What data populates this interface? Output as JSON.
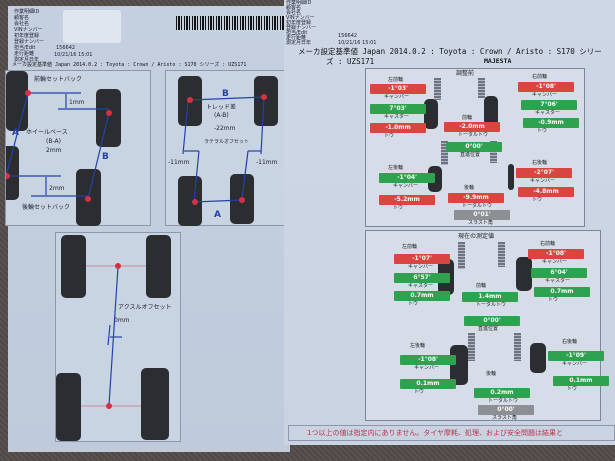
{
  "header_labels": [
    "作業明細ID",
    "顧客名",
    "会社名",
    "VINナンバー",
    "初年度登録",
    "登録ナンバー",
    "担当/Edit",
    "走行距離",
    "測定月日年"
  ],
  "work_id": "156642",
  "datetime": "10/21/16 15:01",
  "left_title": "メーカ設定基準値 Japan 2014.0.2 : Toyota : Crown / Aristo : S170 シリーズ : UZS171",
  "right_title_line1": "メーカ設定基準値 Japan 2014.0.2 : Toyota : Crown / Aristo : S170 シリー",
  "right_title_line2": "ズ : UZS171",
  "right_title_model": "MAJESTA",
  "wheelbase": {
    "front_setback": "前輪セットバック",
    "front_value": "1mm",
    "a": "A",
    "b": "B",
    "label": "ホイールベース",
    "formula": "(B-A)",
    "value": "2mm",
    "rear_value": "2mm",
    "rear_setback": "後輪セットバック"
  },
  "tread": {
    "b": "B",
    "label": "トレッド差",
    "formula": "(A-B)",
    "value": "-22mm",
    "lateral": "ラテラルオフセット",
    "left_value": "-11mm",
    "right_value": "-11mm",
    "a": "A"
  },
  "axle": {
    "label": "アクスルオフセット",
    "value": "0mm"
  },
  "before": {
    "title": "調整前",
    "front_left": "左前輪",
    "front_right": "右前輪",
    "front": "前輪",
    "rear_left": "左後輪",
    "rear_right": "右後輪",
    "rear": "後輪",
    "gauges": [
      {
        "name": "fl-camber",
        "value": "-1°03'",
        "label": "キャンバー",
        "status": "red"
      },
      {
        "name": "fl-caster",
        "value": "7°03'",
        "label": "キャスター",
        "status": "green"
      },
      {
        "name": "fl-toe",
        "value": "-1.0mm",
        "label": "トウ",
        "status": "red"
      },
      {
        "name": "fr-camber",
        "value": "-1°08'",
        "label": "キャンバー",
        "status": "red"
      },
      {
        "name": "fr-caster",
        "value": "7°06'",
        "label": "キャスター",
        "status": "green"
      },
      {
        "name": "fr-toe",
        "value": "-0.9mm",
        "label": "トウ",
        "status": "green"
      },
      {
        "name": "front-total-toe",
        "value": "-2.0mm",
        "label": "トータルトウ",
        "status": "red"
      },
      {
        "name": "steering-center",
        "value": "0°00'",
        "label": "直進位置",
        "status": "green"
      },
      {
        "name": "rl-camber",
        "value": "-1°04'",
        "label": "キャンバー",
        "status": "green"
      },
      {
        "name": "rl-toe",
        "value": "-5.2mm",
        "label": "トウ",
        "status": "red"
      },
      {
        "name": "rr-camber",
        "value": "-2°07'",
        "label": "キャンバー",
        "status": "red"
      },
      {
        "name": "rr-toe",
        "value": "-4.8mm",
        "label": "トウ",
        "status": "red"
      },
      {
        "name": "rear-total-toe",
        "value": "-9.9mm",
        "label": "トータルトウ",
        "status": "red"
      },
      {
        "name": "thrust-angle",
        "value": "0°01'",
        "label": "スラスト角",
        "status": "gray"
      }
    ]
  },
  "current": {
    "title": "現在の測定値",
    "front_left": "左前輪",
    "front_right": "右前輪",
    "front": "前輪",
    "rear_left": "左後輪",
    "rear_right": "右後輪",
    "rear": "後輪",
    "gauges": [
      {
        "name": "fl-camber",
        "value": "-1°07'",
        "label": "キャンバー",
        "status": "red"
      },
      {
        "name": "fl-caster",
        "value": "6°57'",
        "label": "キャスター",
        "status": "green"
      },
      {
        "name": "fl-toe",
        "value": "0.7mm",
        "label": "トウ",
        "status": "green"
      },
      {
        "name": "fr-camber",
        "value": "-1°08'",
        "label": "キャンバー",
        "status": "red"
      },
      {
        "name": "fr-caster",
        "value": "6°04'",
        "label": "キャスター",
        "status": "green"
      },
      {
        "name": "fr-toe",
        "value": "0.7mm",
        "label": "トウ",
        "status": "green"
      },
      {
        "name": "front-total-toe",
        "value": "1.4mm",
        "label": "トータルトウ",
        "status": "green"
      },
      {
        "name": "steering-center",
        "value": "0°00'",
        "label": "直進位置",
        "status": "green"
      },
      {
        "name": "rl-camber",
        "value": "-1°08'",
        "label": "キャンバー",
        "status": "green"
      },
      {
        "name": "rl-toe",
        "value": "0.1mm",
        "label": "トウ",
        "status": "green"
      },
      {
        "name": "rr-camber",
        "value": "-1°09'",
        "label": "キャンバー",
        "status": "green"
      },
      {
        "name": "rr-toe",
        "value": "0.1mm",
        "label": "トウ",
        "status": "green"
      },
      {
        "name": "rear-total-toe",
        "value": "0.2mm",
        "label": "トータルトウ",
        "status": "green"
      },
      {
        "name": "thrust-angle",
        "value": "0°00'",
        "label": "スラスト角",
        "status": "gray"
      }
    ]
  },
  "warning": "1つ以上の値は指定内にありません。タイヤ摩耗、処理、および安全問題は結果と",
  "colors": {
    "out_of_spec": "#d9453f",
    "in_spec": "#2fa24f",
    "neutral": "#8c8f94",
    "warning_text": "#c0304a"
  }
}
